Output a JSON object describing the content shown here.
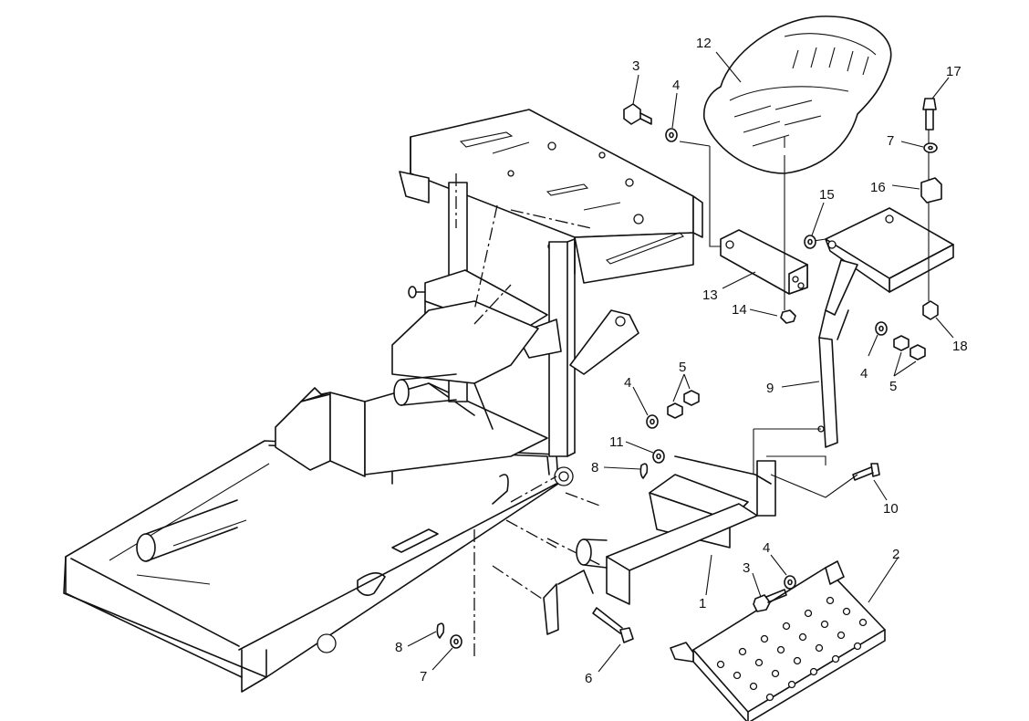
{
  "callouts": [
    {
      "id": "c1",
      "text": "1"
    },
    {
      "id": "c2",
      "text": "2"
    },
    {
      "id": "c3a",
      "text": "3"
    },
    {
      "id": "c3b",
      "text": "3"
    },
    {
      "id": "c4a",
      "text": "4"
    },
    {
      "id": "c4b",
      "text": "4"
    },
    {
      "id": "c4c",
      "text": "4"
    },
    {
      "id": "c4d",
      "text": "4"
    },
    {
      "id": "c5a",
      "text": "5"
    },
    {
      "id": "c5b",
      "text": "5"
    },
    {
      "id": "c6",
      "text": "6"
    },
    {
      "id": "c7a",
      "text": "7"
    },
    {
      "id": "c7b",
      "text": "7"
    },
    {
      "id": "c8a",
      "text": "8"
    },
    {
      "id": "c8b",
      "text": "8"
    },
    {
      "id": "c9",
      "text": "9"
    },
    {
      "id": "c10",
      "text": "10"
    },
    {
      "id": "c11",
      "text": "11"
    },
    {
      "id": "c12",
      "text": "12"
    },
    {
      "id": "c13",
      "text": "13"
    },
    {
      "id": "c14",
      "text": "14"
    },
    {
      "id": "c15",
      "text": "15"
    },
    {
      "id": "c16",
      "text": "16"
    },
    {
      "id": "c17",
      "text": "17"
    },
    {
      "id": "c18",
      "text": "18"
    }
  ]
}
